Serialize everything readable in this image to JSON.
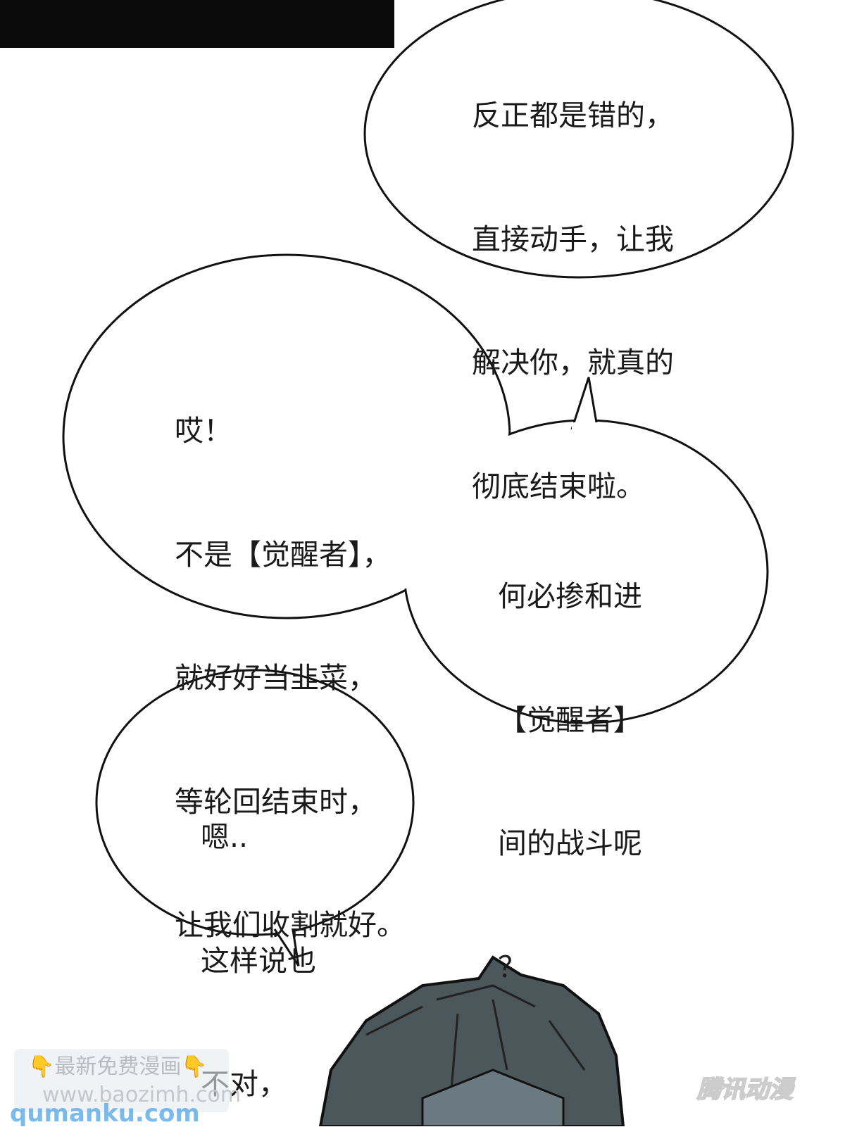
{
  "bubbles": [
    {
      "lines": [
        "反正都是错的，",
        "直接动手，让我",
        "解决你，就真的",
        "彻底结束啦。"
      ]
    },
    {
      "lines": [
        "哎！",
        "不是【觉醒者】，",
        "就好好当韭菜，",
        "等轮回结束时，",
        "让我们收割就好。"
      ]
    },
    {
      "lines": [
        "何必掺和进",
        "【觉醒者】",
        "间的战斗呢",
        "？"
      ]
    },
    {
      "lines": [
        "嗯..",
        "这样说也",
        "不对，"
      ]
    }
  ],
  "watermark": {
    "slogan": "最新免费漫画",
    "url": "www.baozimh.com",
    "url2": "qumanku.com",
    "icon": "pointing-down-hand-icon"
  },
  "publisher_logo": "腾讯动漫",
  "colors": {
    "ink": "#1a1a1a",
    "hair": "#4b575a",
    "band": "#0b0b0b"
  }
}
